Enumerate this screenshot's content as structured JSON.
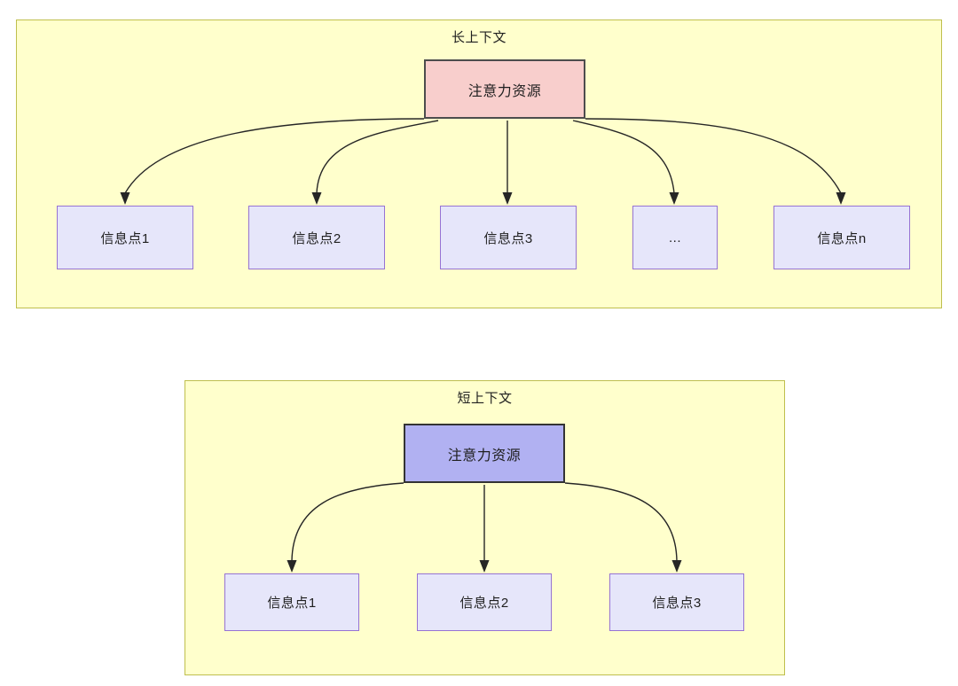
{
  "diagram": {
    "background_color": "#ffffff",
    "panels": [
      {
        "id": "long-context",
        "title": "长上下文",
        "panel_fill": "#ffffcc",
        "panel_border": "#bfbf4d",
        "root": {
          "label": "注意力资源",
          "fill": "#f8cecc",
          "border": "#4d4d4d"
        },
        "children": [
          {
            "label": "信息点1",
            "fill": "#e6e6fa",
            "border": "#9673d3"
          },
          {
            "label": "信息点2",
            "fill": "#e6e6fa",
            "border": "#9673d3"
          },
          {
            "label": "信息点3",
            "fill": "#e6e6fa",
            "border": "#9673d3"
          },
          {
            "label": "...",
            "fill": "#e6e6fa",
            "border": "#9673d3"
          },
          {
            "label": "信息点n",
            "fill": "#e6e6fa",
            "border": "#9673d3"
          }
        ]
      },
      {
        "id": "short-context",
        "title": "短上下文",
        "panel_fill": "#ffffcc",
        "panel_border": "#bfbf4d",
        "root": {
          "label": "注意力资源",
          "fill": "#b1b1f2",
          "border": "#333333"
        },
        "children": [
          {
            "label": "信息点1",
            "fill": "#e6e6fa",
            "border": "#9673d3"
          },
          {
            "label": "信息点2",
            "fill": "#e6e6fa",
            "border": "#9673d3"
          },
          {
            "label": "信息点3",
            "fill": "#e6e6fa",
            "border": "#9673d3"
          }
        ]
      }
    ],
    "edge_color": "#262626"
  }
}
